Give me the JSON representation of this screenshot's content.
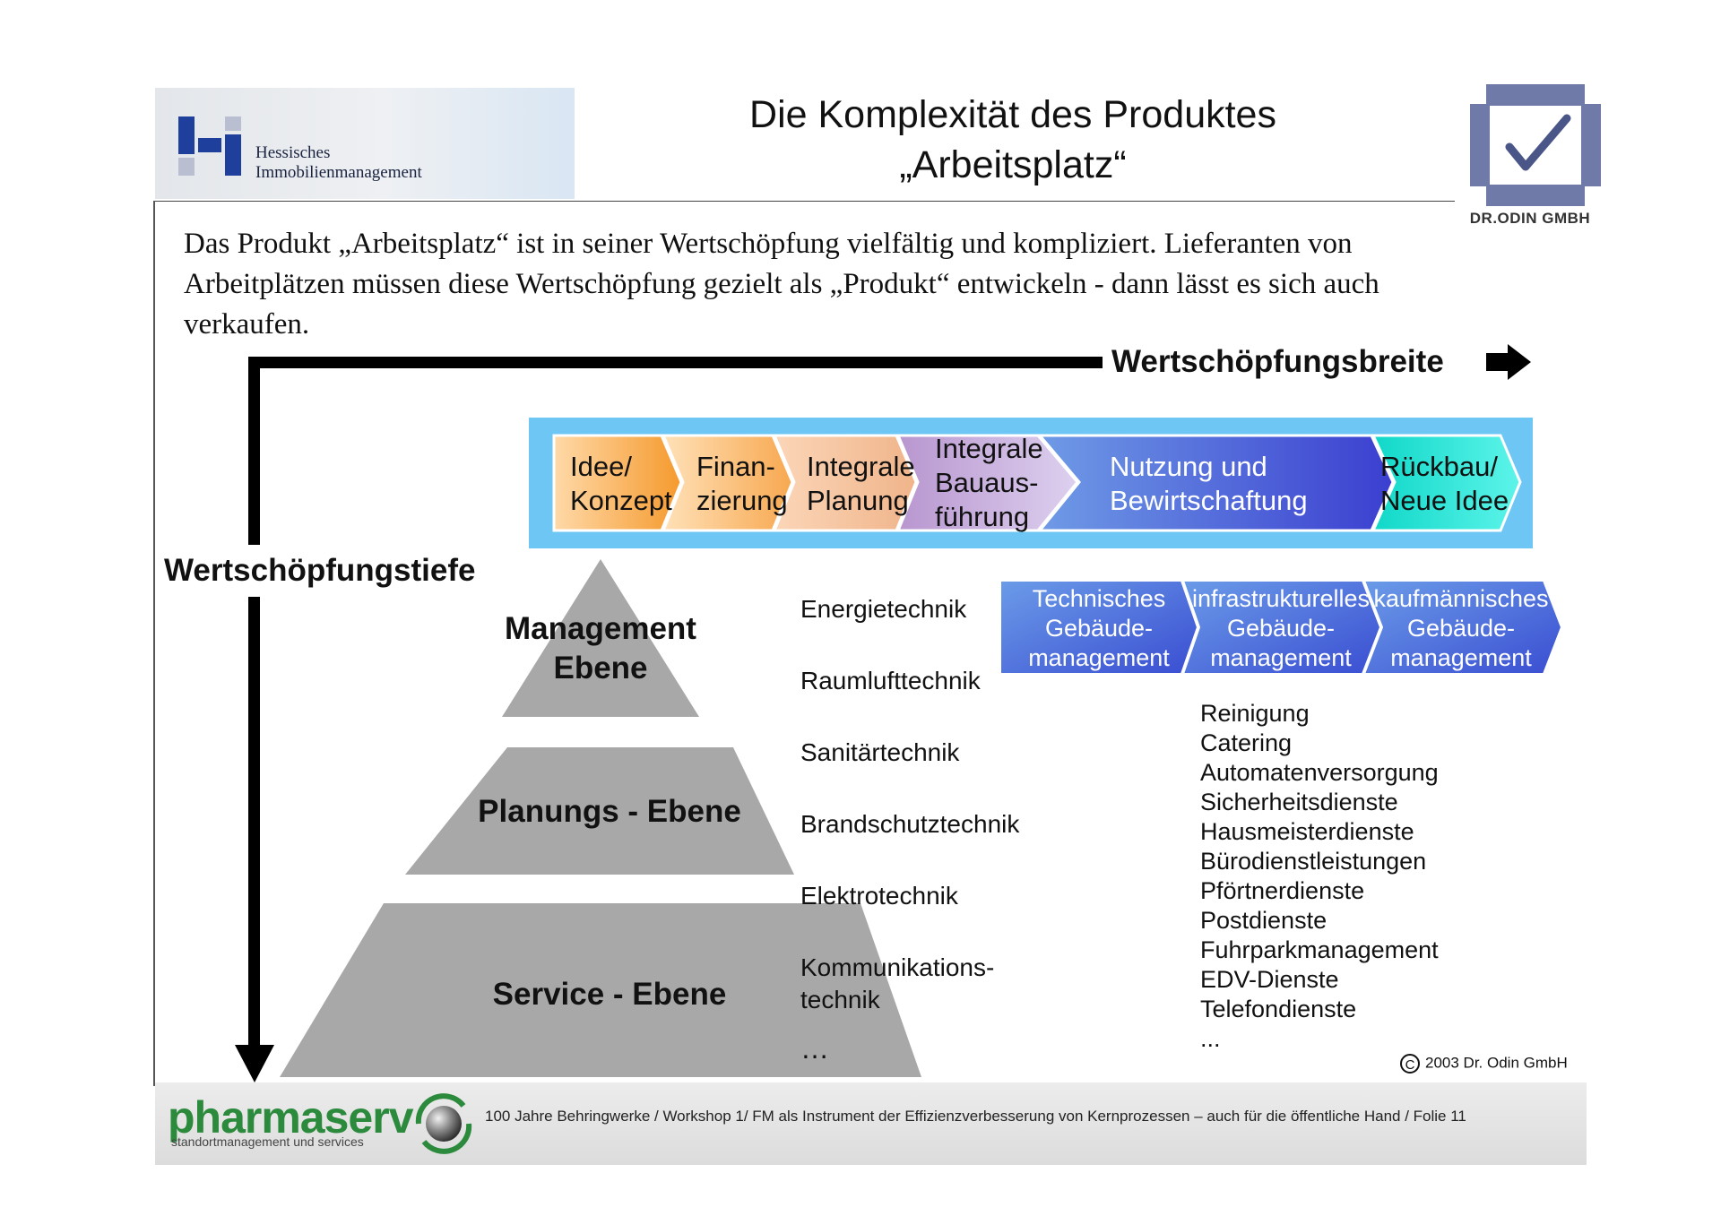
{
  "header": {
    "logo_text_line1": "Hessisches",
    "logo_text_line2": "Immobilienmanagement",
    "title_line1": "Die Komplexität des Produktes",
    "title_line2": "„Arbeitsplatz“",
    "partner_logo_text": "DR.ODIN GMBH",
    "partner_logo_icon": "checkmark-icon"
  },
  "intro": {
    "text": "Das Produkt „Arbeitsplatz“ ist in seiner Wertschöpfung vielfältig und kompliziert. Lieferanten von Arbeitplätzen müssen diese Wertschöpfung gezielt als „Produkt“ entwickeln - dann lässt es sich auch verkaufen."
  },
  "axes": {
    "breite": "Wertschöpfungsbreite",
    "tiefe": "Wertschöpfungstiefe"
  },
  "value_chain": [
    {
      "l1": "Idee/",
      "l2": "Konzept",
      "l3": "",
      "color": "#f7a33a"
    },
    {
      "l1": "Finan-",
      "l2": "zierung",
      "l3": "",
      "color": "#f8b86a"
    },
    {
      "l1": "Integrale",
      "l2": "Planung",
      "l3": "",
      "color": "#f4c6a4"
    },
    {
      "l1": "Integrale",
      "l2": "Bauaus-",
      "l3": "führung",
      "color": "#c9b3e0"
    },
    {
      "l1": "Nutzung und",
      "l2": "Bewirtschaftung",
      "l3": "",
      "color": "#4a6fd8"
    },
    {
      "l1": "Rückbau/",
      "l2": "Neue Idee",
      "l3": "",
      "color": "#18e4d8"
    }
  ],
  "fm": [
    {
      "l1": "Technisches",
      "l2": "Gebäude-",
      "l3": "management"
    },
    {
      "l1": "infrastrukturelles",
      "l2": "Gebäude-",
      "l3": "management"
    },
    {
      "l1": "kaufmännisches",
      "l2": "Gebäude-",
      "l3": "management"
    }
  ],
  "pyramid": {
    "management_l1": "Management",
    "management_l2": "Ebene",
    "planung": "Planungs - Ebene",
    "service": "Service - Ebene"
  },
  "tech_list": {
    "energie": "Energietechnik",
    "raumluft": "Raumlufttechnik",
    "sanitaer": "Sanitärtechnik",
    "brandschutz": "Brandschutztechnik",
    "elektro": "Elektrotechnik",
    "komm_l1": "Kommunikations-",
    "komm_l2": "technik",
    "more": "…"
  },
  "services": [
    "Reinigung",
    "Catering",
    "Automatenversorgung",
    "Sicherheitsdienste",
    "Hausmeisterdienste",
    "Bürodienstleistungen",
    "Pförtnerdienste",
    "Postdienste",
    "Fuhrparkmanagement",
    "EDV-Dienste",
    "Telefondienste",
    "..."
  ],
  "copyright": {
    "symbol": "C",
    "text": "2003 Dr. Odin GmbH"
  },
  "footer": {
    "brand": "pharmaserv",
    "brand_sub": "standortmanagement und services",
    "text": "100 Jahre Behringwerke / Workshop 1/ FM als Instrument der Effizienzverbesserung von Kernprozessen – auch für die öffentliche Hand / Folie 11"
  }
}
